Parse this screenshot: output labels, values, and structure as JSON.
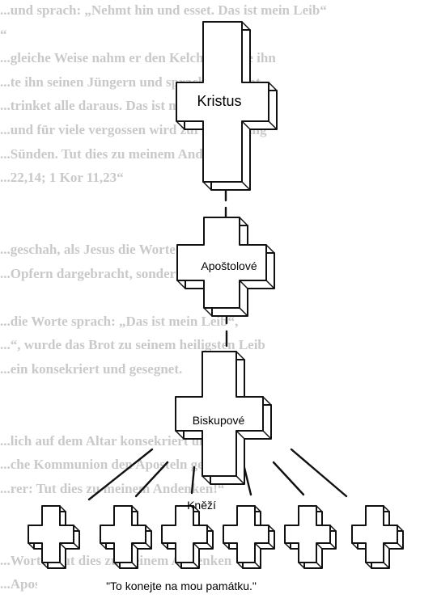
{
  "background_text": [
    "...und sprach: „Nehmt hin und esset. Das ist mein Leib“",
    "“",
    "...gleiche Weise nahm er den Kelch, segnete ihn",
    "...te ihn seinen Jüngern und sprach: „Nehmt",
    "...trinket alle daraus. Das ist mein Blut, das",
    "...und für viele vergossen wird zur Vergebung",
    "...Sünden. Tut dies zu meinem Andenken.“",
    "...22,14; 1 Kor 11,23“",
    "",
    "",
    "...geschah, als Jesus die Worte sprach: „Das",
    "...Opfern dargebracht, sondern sein Blut“",
    "",
    "...die Worte sprach: „Das ist mein Leib“,",
    "...“, wurde das Brot zu seinem heiligsten Leib",
    "...ein konsekriert und gesegnet.",
    "",
    "",
    "...lich auf dem Altar konsekriert und zum",
    "...che Kommunion den Aposteln gegeben",
    "...rer: Tut dies zu meinem Andenken!“",
    "",
    "",
    "...Worte: Tut dies zu meinem Andenken",
    "...Apostel und ihre Nachfolger, die"
  ],
  "nodes": {
    "kristus": "Kristus",
    "apostolove": "Apoštolové",
    "biskupove": "Biskupové",
    "knezi": "Kněží"
  },
  "caption": "\"To konejte na mou památku.\"",
  "colors": {
    "cross_fill": "#ffffff",
    "cross_stroke": "#111111",
    "background_text": "#c9c9c9"
  }
}
